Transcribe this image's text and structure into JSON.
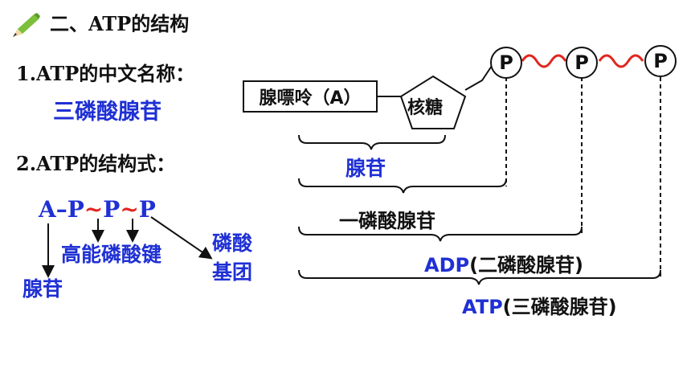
{
  "section_title": "二、ATP的结构",
  "item1": {
    "label": "1.ATP的中文名称：",
    "value": "三磷酸腺苷"
  },
  "item2": {
    "label": "2.ATP的结构式：",
    "formula": {
      "a": "A",
      "dash": "–",
      "p1": "P",
      "t1": "~",
      "p2": "P",
      "t2": "~",
      "p3": "P"
    },
    "labels": {
      "high_energy_bond": "高能磷酸键",
      "phosphate_group_line1": "磷酸",
      "phosphate_group_line2": "基团",
      "adenosine": "腺苷"
    }
  },
  "diagram": {
    "base": "腺嘌呤（A）",
    "sugar": "核糖",
    "phosphate": "P",
    "adenosine": "腺苷",
    "amp": "一磷酸腺苷",
    "adp_abbr": "ADP",
    "adp_name": "(二磷酸腺苷)",
    "atp_abbr": "ATP",
    "atp_name": "(三磷酸腺苷)"
  },
  "colors": {
    "accent_blue": "#1f30d4",
    "bond_red": "#e0261f",
    "text": "#111111"
  },
  "icons": {
    "title_icon": "pencil-icon"
  }
}
